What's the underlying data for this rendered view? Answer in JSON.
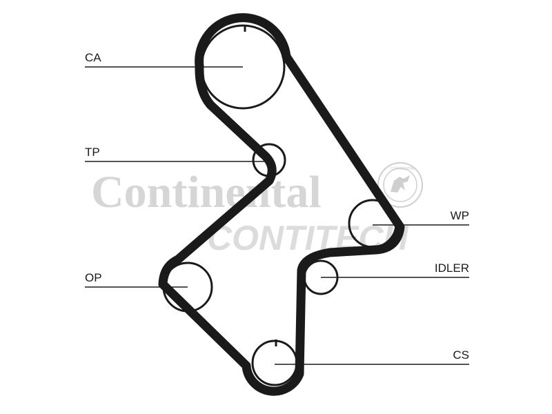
{
  "watermark": {
    "brand": "Continental",
    "division": "CONTITECH",
    "seal_text": "CONTINENTAL"
  },
  "labels": {
    "ca": "CA",
    "tp": "TP",
    "op": "OP",
    "wp": "WP",
    "idler": "IDLER",
    "cs": "CS"
  },
  "colors": {
    "belt": "#1a1a1a",
    "line": "#1a1a1a",
    "watermark": "#d6d6d6"
  }
}
